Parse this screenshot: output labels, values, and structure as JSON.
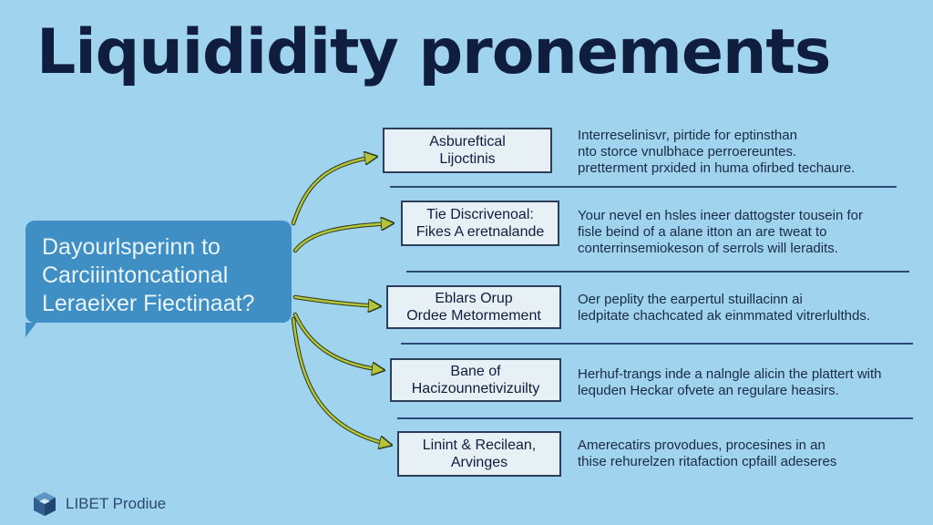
{
  "title": "Liquididity pronements",
  "question": {
    "line1": "Dayourlsperinn to",
    "line2": "Carciiintoncational",
    "line3": "Leraeixer Fiectinaat?"
  },
  "items": [
    {
      "box_line1": "Asbureftical",
      "box_line2": "Lijoctinis",
      "desc": [
        "Interreselinisvr, pirtide for eptinsthan",
        "nto storce vnulbhace perroereuntes.",
        "pretterment prxided in huma ofirbed techaure."
      ]
    },
    {
      "box_line1": "Tie Discrivenoal:",
      "box_line2": "Fikes A eretnalande",
      "desc": [
        "Your nevel en hsles ineer dattogster tousein for",
        "fisle beind of a alane itton an are tweat to",
        "conterrinsemiokeson of serrols will leradits."
      ]
    },
    {
      "box_line1": "Eblars Orup",
      "box_line2": "Ordee Metormement",
      "desc": [
        "Oer peplity the earpertul stuillacinn ai",
        "ledpitate chachcated ak einmmated vitrerlulthds."
      ]
    },
    {
      "box_line1": "Bane of",
      "box_line2": "Hacizounnetivizuilty",
      "desc": [
        "Herhuf-trangs inde a nalngle alicin the plattert with",
        "lequden Heckar ofvete an regulare heasirs."
      ]
    },
    {
      "box_line1": "Linint & Recilean,",
      "box_line2": "Arvinges",
      "desc": [
        "Amerecatirs provodues, procesines in an",
        "thise rehurelzen ritafaction cpfaill adeseres"
      ]
    }
  ],
  "footer": {
    "brand": "LIBET Prodiue"
  },
  "colors": {
    "background": "#9fd3ee",
    "bubble": "#3f8fc4",
    "title": "#0f1d3e",
    "arrow": "#b5c43a",
    "divider": "#2f4a78"
  }
}
